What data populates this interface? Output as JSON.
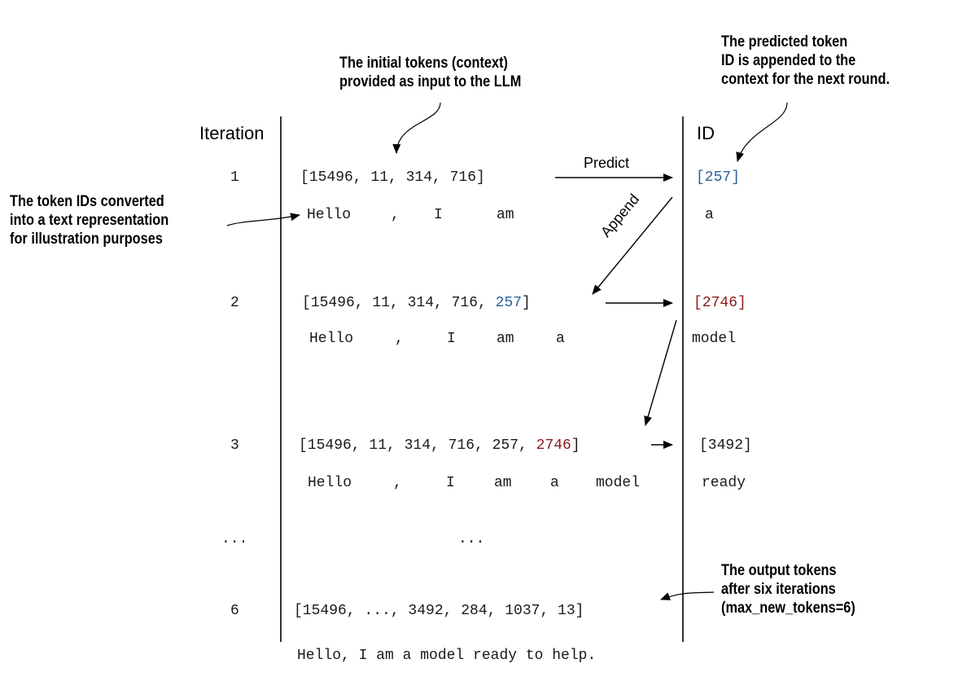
{
  "annotations": {
    "initial_tokens": [
      "The initial tokens (context)",
      "provided as input to the LLM"
    ],
    "predicted_appended": [
      "The predicted token",
      "ID is appended to the",
      "context for the next round."
    ],
    "text_representation": [
      "The token IDs converted",
      "into a text representation",
      "for illustration purposes"
    ],
    "output_tokens": [
      "The output tokens",
      "after six iterations",
      "(max_new_tokens=6)"
    ]
  },
  "headers": {
    "iteration": "Iteration",
    "id": "ID"
  },
  "arrow_labels": {
    "predict": "Predict",
    "append": "Append"
  },
  "rows": {
    "r1": {
      "iteration": "1",
      "context": "[15496, 11, 314, 716]",
      "words": [
        "Hello",
        ",",
        "I",
        "am"
      ],
      "id": "[257]",
      "id_word": "a"
    },
    "r2": {
      "iteration": "2",
      "context_prefix": "[15496, 11, 314, 716, ",
      "context_highlight": "257",
      "context_suffix": "]",
      "words": [
        "Hello",
        ",",
        "I",
        "am",
        "a"
      ],
      "id": "[2746]",
      "id_word": "model"
    },
    "r3": {
      "iteration": "3",
      "context_prefix": "[15496, 11, 314, 716, 257, ",
      "context_highlight": "2746",
      "context_suffix": "]",
      "words": [
        "Hello",
        ",",
        "I",
        "am",
        "a",
        "model"
      ],
      "id": "[3492]",
      "id_word": "ready"
    },
    "ellipsis": {
      "iteration": "...",
      "context": "..."
    },
    "r6": {
      "iteration": "6",
      "context": "[15496, ..., 3492, 284, 1037, 13]"
    }
  },
  "final_text": "Hello, I am a model ready to help.",
  "colors": {
    "highlight_blue": "#2e5f99",
    "highlight_red": "#8b1a1a"
  }
}
